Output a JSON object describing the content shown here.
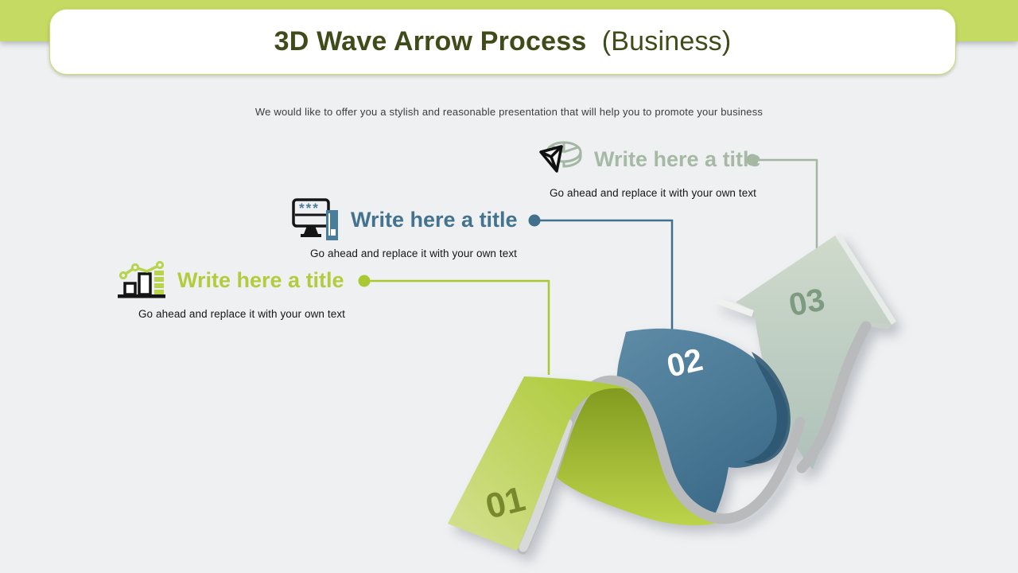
{
  "header": {
    "band_color": "#c5da63",
    "title": "3D Wave Arrow Process",
    "title_suffix": "(Business)",
    "title_color": "#3f4c1a"
  },
  "subtitle": "We would like to offer you a stylish and reasonable presentation that will help you to promote your business",
  "steps": [
    {
      "number": "01",
      "title": "Write here a title",
      "description": "Go ahead and replace it with your own text",
      "accent": "#b3cc3e",
      "icon": "bar-chart-growth-icon"
    },
    {
      "number": "02",
      "title": "Write here a title",
      "description": "Go ahead and replace it with your own text",
      "accent": "#44738f",
      "icon": "computer-password-icon"
    },
    {
      "number": "03",
      "title": "Write here a title",
      "description": "Go ahead and replace it with your own text",
      "accent": "#a6b9a5",
      "icon": "3d-pie-chart-icon"
    }
  ],
  "wave": {
    "segment_colors": {
      "step1": "#aecb37",
      "step2": "#4a7b99",
      "step3": "#c3d1c3"
    },
    "edge_color": "#b9babb"
  }
}
